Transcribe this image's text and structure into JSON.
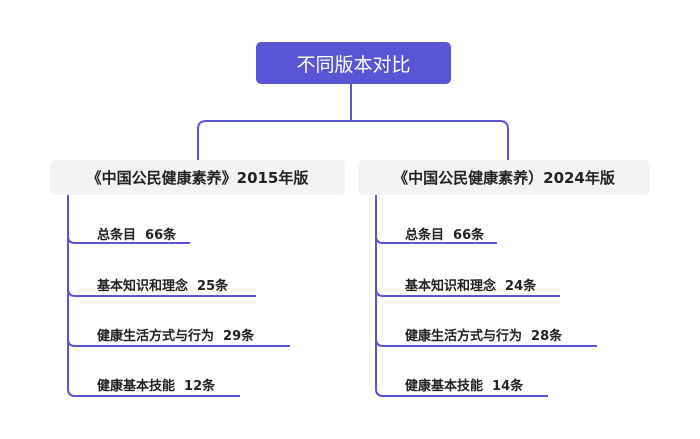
{
  "root": {
    "label": "不同版本对比"
  },
  "branches": [
    {
      "label": "《中国公民健康素养》2015年版",
      "items": [
        "总条目  66条",
        "基本知识和理念  25条",
        "健康生活方式与行为  29条",
        "健康基本技能  12条"
      ]
    },
    {
      "label": "《中国公民健康素养）2024年版",
      "items": [
        "总条目  66条",
        "基本知识和理念  24条",
        "健康生活方式与行为  28条",
        "健康基本技能  14条"
      ]
    }
  ],
  "colors": {
    "accent": "#5a55d4",
    "branch_bg": "#f3f3f3"
  }
}
